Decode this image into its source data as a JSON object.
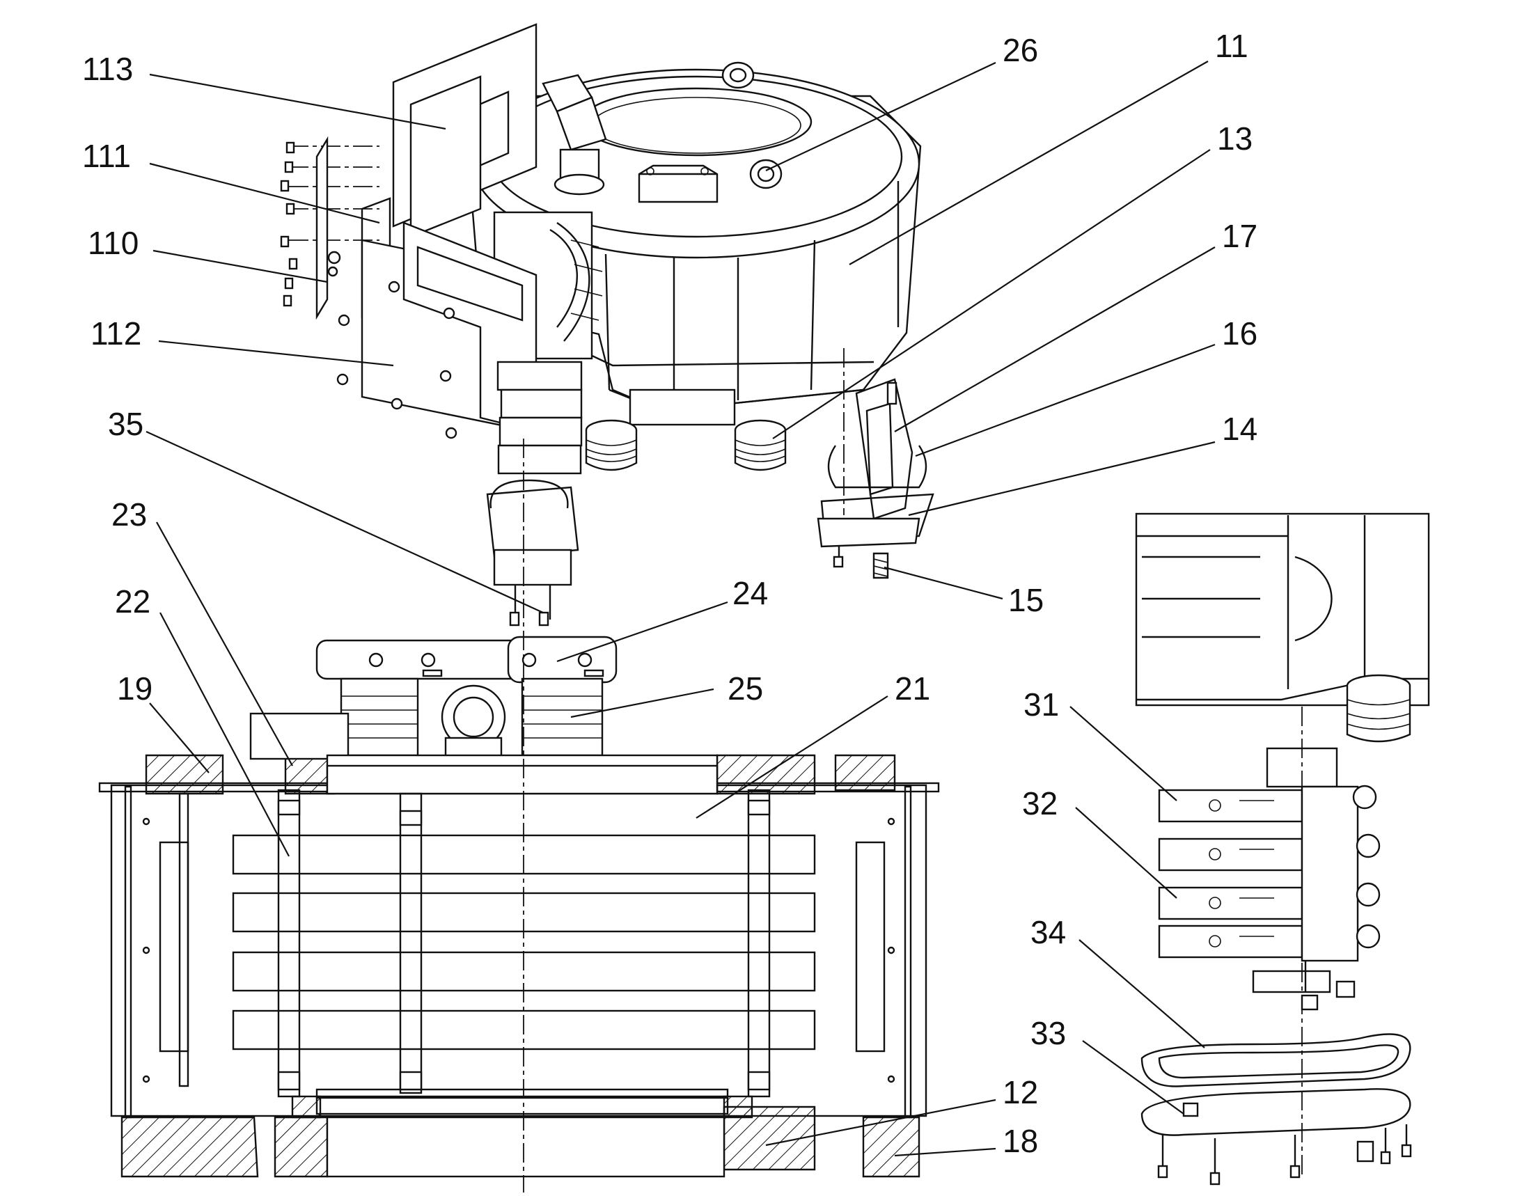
{
  "labels": {
    "l113": "113",
    "l111": "111",
    "l110": "110",
    "l112": "112",
    "l35": "35",
    "l23": "23",
    "l22": "22",
    "l19": "19",
    "l26": "26",
    "l11": "11",
    "l13": "13",
    "l17": "17",
    "l16": "16",
    "l14": "14",
    "l15": "15",
    "l24": "24",
    "l25": "25",
    "l21": "21",
    "l31": "31",
    "l32": "32",
    "l34": "34",
    "l33": "33",
    "l12": "12",
    "l18": "18"
  }
}
